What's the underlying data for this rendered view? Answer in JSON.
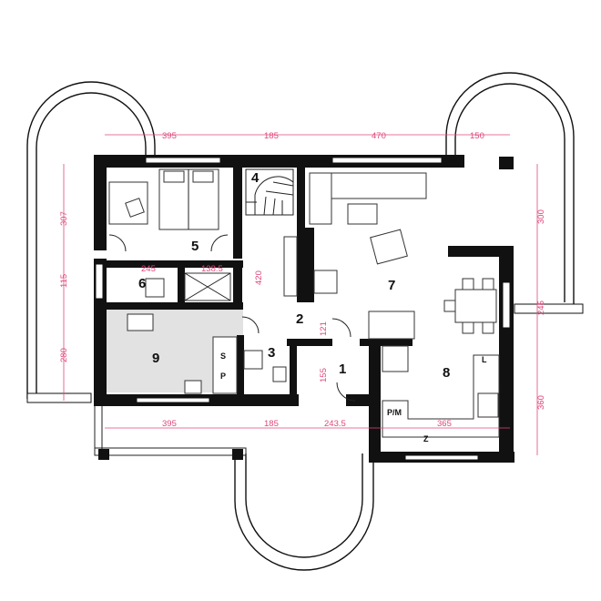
{
  "colors": {
    "walls": "#111111",
    "dimensions": "#e0487a",
    "highlighted_room": "#e2e2e2",
    "background": "#ffffff"
  },
  "rooms": [
    {
      "number": "1"
    },
    {
      "number": "2"
    },
    {
      "number": "3"
    },
    {
      "number": "4"
    },
    {
      "number": "5"
    },
    {
      "number": "6"
    },
    {
      "number": "7"
    },
    {
      "number": "8"
    },
    {
      "number": "9"
    }
  ],
  "fixture_labels": {
    "s": "S",
    "p": "P",
    "pm": "P/M",
    "z": "Z",
    "l": "L"
  },
  "dimensions": {
    "top": [
      "395",
      "185",
      "470",
      "150"
    ],
    "bottom": [
      "395",
      "185",
      "243.5",
      "365"
    ],
    "left": [
      "307",
      "115",
      "280"
    ],
    "right": [
      "300",
      "245",
      "360"
    ],
    "inner": [
      "245",
      "138.5",
      "420",
      "121",
      "155"
    ]
  }
}
